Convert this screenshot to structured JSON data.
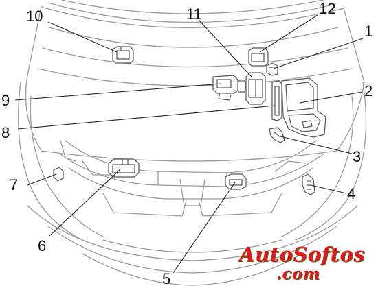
{
  "callouts": [
    {
      "label": "1"
    },
    {
      "label": "2"
    },
    {
      "label": "3"
    },
    {
      "label": "4"
    },
    {
      "label": "5"
    },
    {
      "label": "6"
    },
    {
      "label": "7"
    },
    {
      "label": "8"
    },
    {
      "label": "9"
    },
    {
      "label": "10"
    },
    {
      "label": "11"
    },
    {
      "label": "12"
    }
  ],
  "watermark": {
    "line1": "AutoSoftos",
    "line2": ".com",
    "color": "#e8141c",
    "shadow_color": "#3a7a1a"
  },
  "colors": {
    "outline": "#9a9a9a",
    "component": "#555555",
    "leader": "#222222"
  }
}
